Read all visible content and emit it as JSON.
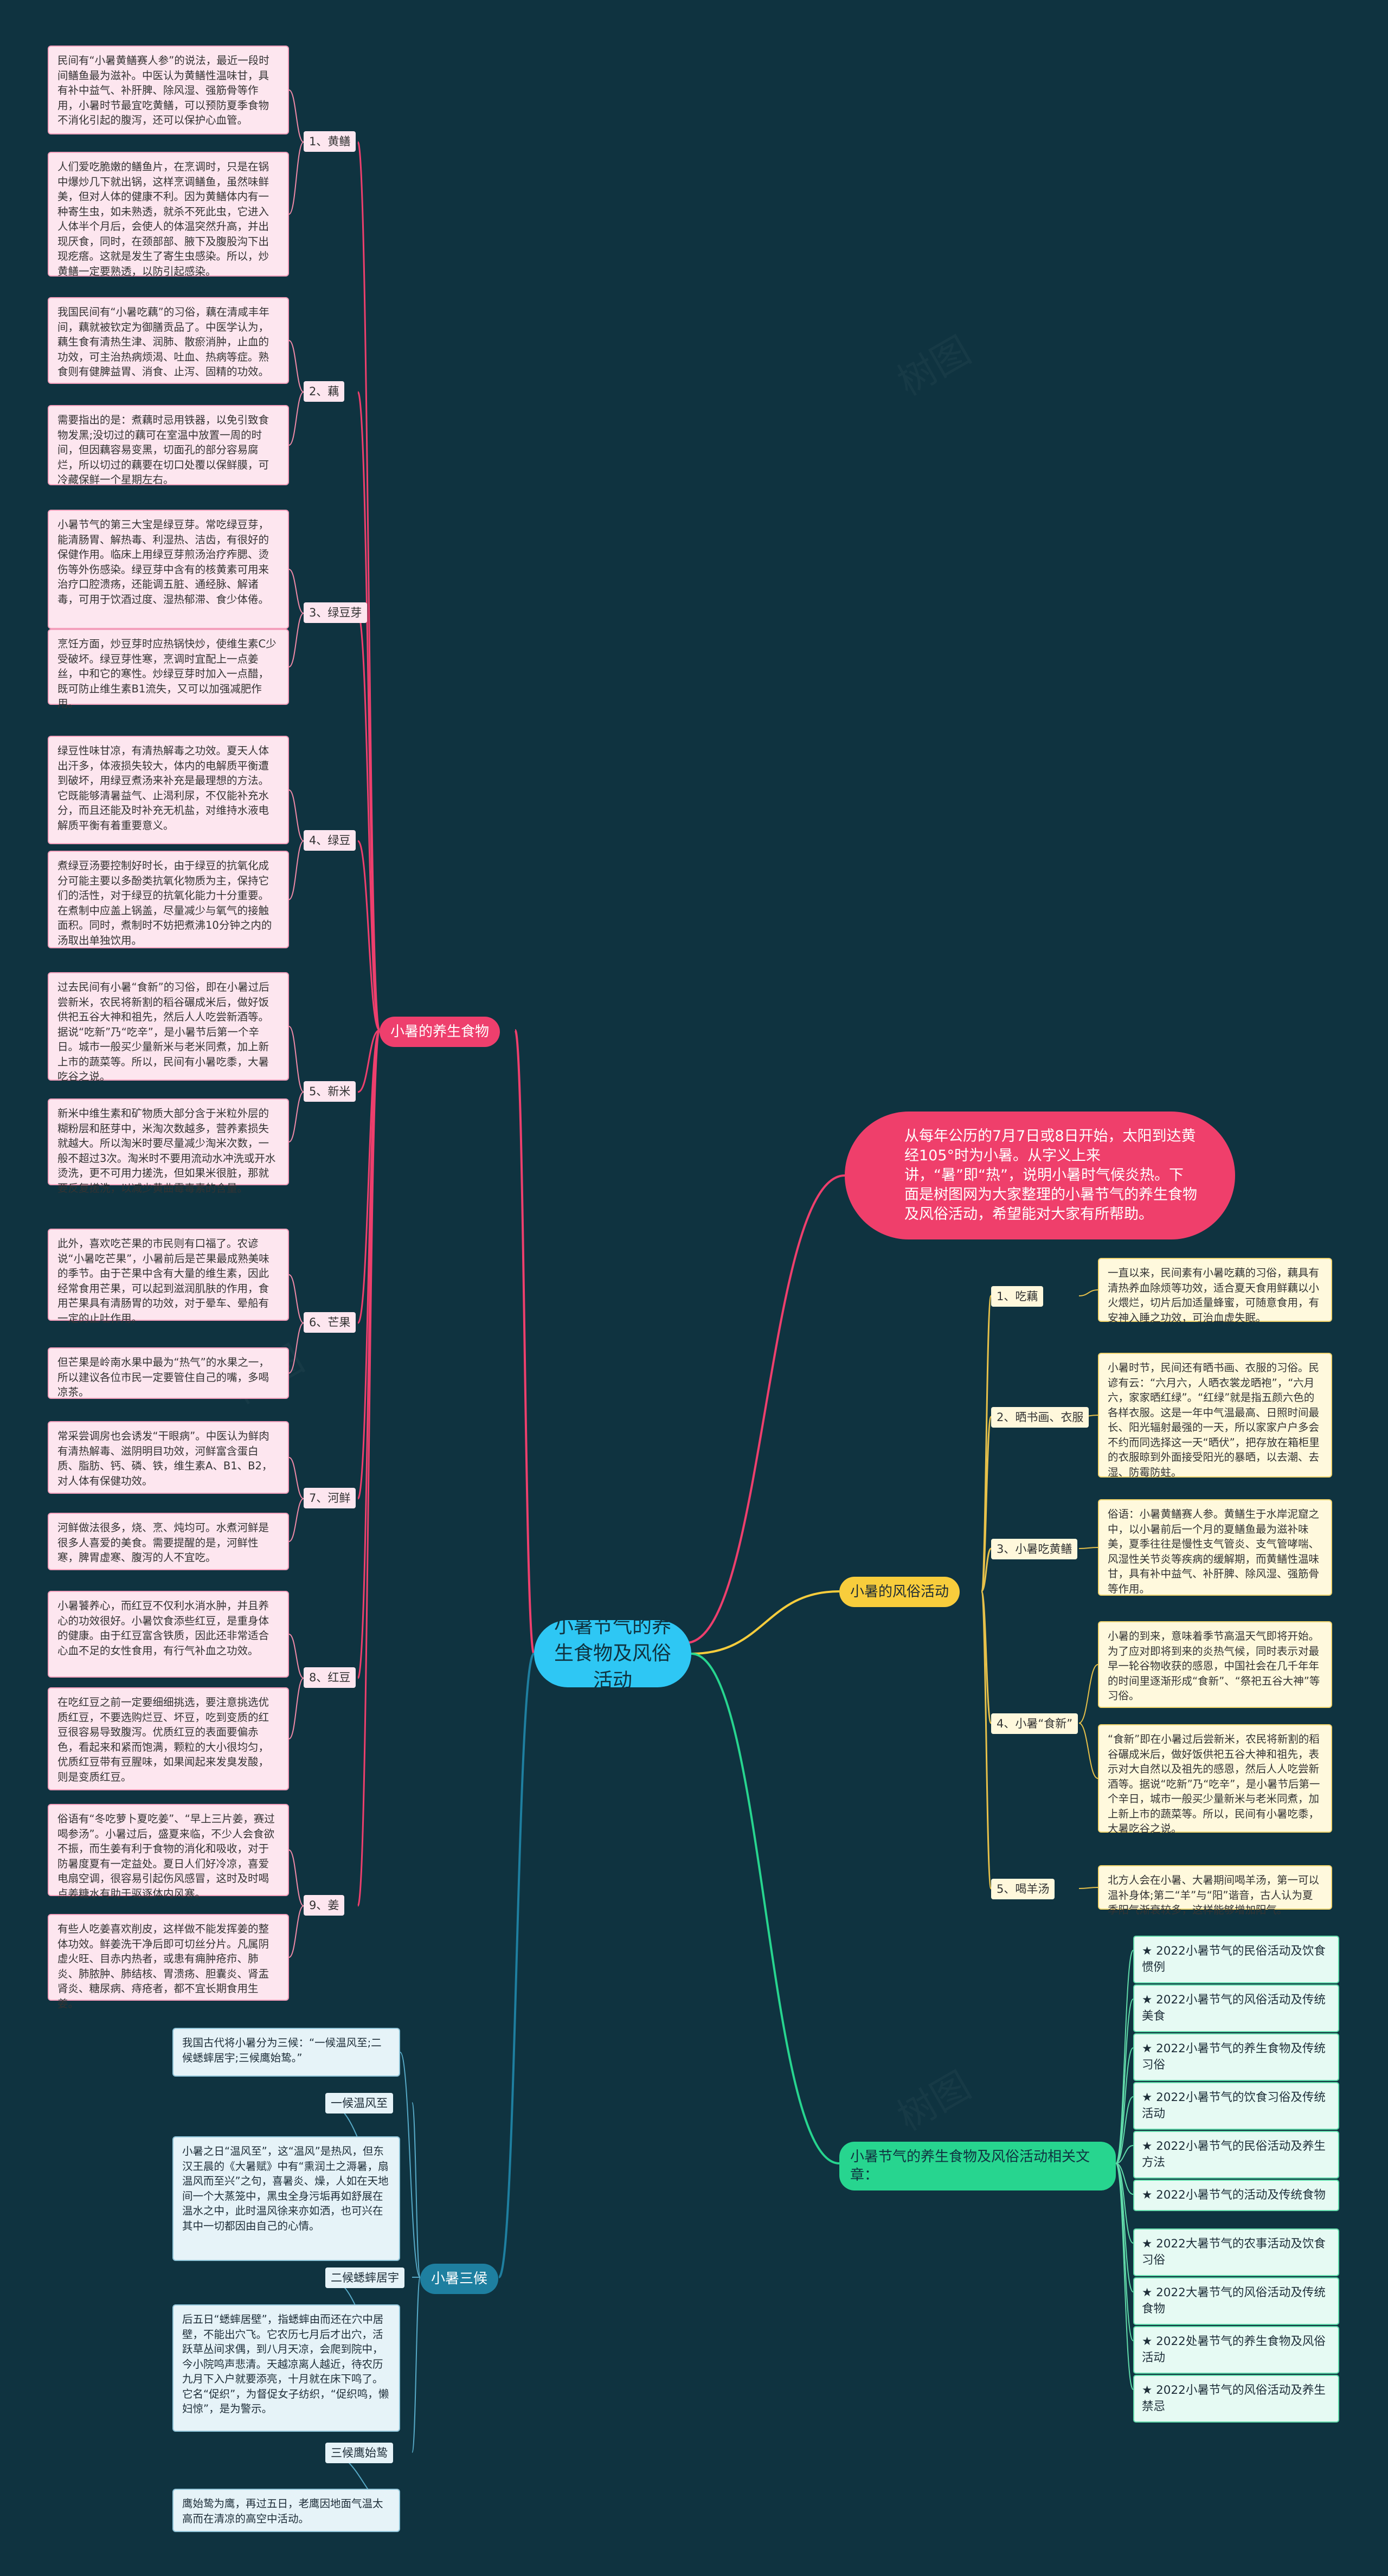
{
  "root": {
    "label": "小暑节气的养生食物及风俗活动"
  },
  "intro": {
    "text": "从每年公历的7月7日或8日开始，太阳到达黄经105°时为小暑。从字义上来讲，“暑”即“热”，说明小暑时气候炎热。下面是树图网为大家整理的小暑节气的养生食物及风俗活动，希望能对大家有所帮助。"
  },
  "food": {
    "label": "小暑的养生食物",
    "items": [
      {
        "label": "1、黄鳝",
        "leaves": [
          "民间有“小暑黄鳝赛人参”的说法，最近一段时间鳝鱼最为滋补。中医认为黄鳝性温味甘，具有补中益气、补肝脾、除风湿、强筋骨等作用，小暑时节最宜吃黄鳝，可以预防夏季食物不消化引起的腹泻，还可以保护心血管。",
          "人们爱吃脆嫩的鳝鱼片，在烹调时，只是在锅中爆炒几下就出锅，这样烹调鳝鱼，虽然味鲜美，但对人体的健康不利。因为黄鳝体内有一种寄生虫，如未熟透，就杀不死此虫，它进入人体半个月后，会使人的体温突然升高，并出现厌食，同时，在颈部部、腋下及腹股沟下出现疙瘩。这就是发生了寄生虫感染。所以，炒黄鳝一定要熟透，以防引起感染。"
        ]
      },
      {
        "label": "2、藕",
        "leaves": [
          "我国民间有“小暑吃藕”的习俗，藕在清咸丰年间，藕就被钦定为御膳贡品了。中医学认为，藕生食有清热生津、润肺、散瘀消肿，止血的功效，可主治热病烦渴、吐血、热病等症。熟食则有健脾益胃、消食、止泻、固精的功效。",
          "需要指出的是：煮藕时忌用铁器，以免引致食物发黑;没切过的藕可在室温中放置一周的时间，但因藕容易变黑，切面孔的部分容易腐烂，所以切过的藕要在切口处覆以保鲜膜，可冷藏保鲜一个星期左右。"
        ]
      },
      {
        "label": "3、绿豆芽",
        "leaves": [
          "小暑节气的第三大宝是绿豆芽。常吃绿豆芽，能清肠胃、解热毒、利湿热、洁齿，有很好的保健作用。临床上用绿豆芽煎汤治疗痄腮、烫伤等外伤感染。绿豆芽中含有的核黄素可用来治疗口腔溃疡，还能调五脏、通经脉、解诸毒，可用于饮酒过度、湿热郁滞、食少体倦。",
          "烹饪方面，炒豆芽时应热锅快炒，使维生素C少受破坏。绿豆芽性寒，烹调时宜配上一点姜丝，中和它的寒性。炒绿豆芽时加入一点醋，既可防止维生素B1流失，又可以加强减肥作用。"
        ]
      },
      {
        "label": "4、绿豆",
        "leaves": [
          "绿豆性味甘凉，有清热解毒之功效。夏天人体出汗多，体液损失较大，体内的电解质平衡遭到破坏，用绿豆煮汤来补充是最理想的方法。它既能够清暑益气、止渴利尿，不仅能补充水分，而且还能及时补充无机盐，对维持水液电解质平衡有着重要意义。",
          "煮绿豆汤要控制好时长，由于绿豆的抗氧化成分可能主要以多酚类抗氧化物质为主，保持它们的活性，对于绿豆的抗氧化能力十分重要。在煮制中应盖上锅盖，尽量减少与氧气的接触面积。同时，煮制时不妨把煮沸10分钟之内的汤取出单独饮用。"
        ]
      },
      {
        "label": "5、新米",
        "leaves": [
          "过去民间有小暑“食新”的习俗，即在小暑过后尝新米，农民将新割的稻谷碾成米后，做好饭供祀五谷大神和祖先，然后人人吃尝新酒等。据说“吃新”乃“吃辛”，是小暑节后第一个辛日。城市一般买少量新米与老米同煮，加上新上市的蔬菜等。所以，民间有小暑吃黍，大暑吃谷之说。",
          "新米中维生素和矿物质大部分含于米粒外层的糊粉层和胚芽中，米淘次数越多，营养素损失就越大。所以淘米时要尽量减少淘米次数，一般不超过3次。淘米时不要用流动水冲洗或开水烫洗，更不可用力搓洗，但如果米很脏，那就要反复搓洗，以减少黄曲霉毒素的含量。"
        ]
      },
      {
        "label": "6、芒果",
        "leaves": [
          "此外，喜欢吃芒果的市民则有口福了。农谚说“小暑吃芒果”，小暑前后是芒果最成熟美味的季节。由于芒果中含有大量的维生素，因此经常食用芒果，可以起到滋润肌肤的作用，食用芒果具有清肠胃的功效，对于晕车、晕船有一定的止吐作用。",
          "但芒果是岭南水果中最为“热气”的水果之一，所以建议各位市民一定要管住自己的嘴，多喝凉茶。"
        ]
      },
      {
        "label": "7、河鲜",
        "leaves": [
          "常采尝调房也会诱发“干眼病”。中医认为鲜肉有清热解毒、滋阴明目功效，河鲜富含蛋白质、脂肪、钙、磷、铁，维生素A、B1、B2，对人体有保健功效。",
          "河鲜做法很多，烧、烹、炖均可。水煮河鲜是很多人喜爱的美食。需要提醒的是，河鲜性寒，脾胃虚寒、腹泻的人不宜吃。"
        ]
      },
      {
        "label": "8、红豆",
        "leaves": [
          "小暑饕养心，而红豆不仅利水消水肿，并且养心的功效很好。小暑饮食添些红豆，是重身体的健康。由于红豆富含铁质，因此还非常适合心血不足的女性食用，有行气补血之功效。",
          "在吃红豆之前一定要细细挑选，要注意挑选优质红豆，不要选购烂豆、坏豆，吃到变质的红豆很容易导致腹泻。优质红豆的表面要偏赤色，看起来和紧而饱满，颗粒的大小很均匀，优质红豆带有豆腥味，如果闻起来发臭发酸，则是变质红豆。"
        ]
      },
      {
        "label": "9、姜",
        "leaves": [
          "俗语有“冬吃萝卜夏吃姜”、“早上三片姜，赛过喝参汤”。小暑过后，盛夏来临，不少人会食欲不振，而生姜有利于食物的消化和吸收，对于防暑度夏有一定益处。夏日人们好冷凉，喜爱电扇空调，很容易引起伤风感冒，这时及时喝点姜糖水有助于驱逐体内风寒。",
          "有些人吃姜喜欢削皮，这样做不能发挥姜的整体功效。鲜姜洗干净后即可切丝分片。凡属阴虚火旺、目赤内热者，或患有痈肿疮疖、肺炎、肺脓肿、肺结核、胃溃疡、胆囊炎、肾盂肾炎、糖尿病、痔疮者，都不宜长期食用生姜。"
        ]
      }
    ]
  },
  "customs": {
    "label": "小暑的风俗活动",
    "items": [
      {
        "label": "1、吃藕",
        "leaves": [
          "一直以来，民间素有小暑吃藕的习俗，藕具有清热养血除烦等功效，适合夏天食用鲜藕以小火煨烂，切片后加适量蜂蜜，可随意食用，有安神入睡之功效，可治血虚失眠。"
        ]
      },
      {
        "label": "2、晒书画、衣服",
        "leaves": [
          "小暑时节，民间还有晒书画、衣服的习俗。民谚有云：“六月六，人晒衣裳龙晒袍”，“六月六，家家晒红绿”。“红绿”就是指五颜六色的各样衣服。这是一年中气温最高、日照时间最长、阳光辐射最强的一天，所以家家户户多会不约而同选择这一天“晒伏”，把存放在箱柜里的衣服晾到外面接受阳光的暴晒，以去潮、去湿、防霉防蛀。"
        ]
      },
      {
        "label": "3、小暑吃黄鳝",
        "leaves": [
          "俗语：小暑黄鳝赛人参。黄鳝生于水岸泥窟之中，以小暑前后一个月的夏鳝鱼最为滋补味美，夏季往往是慢性支气管炎、支气管哮喘、风湿性关节炎等疾病的缓解期，而黄鳝性温味甘，具有补中益气、补肝脾、除风湿、强筋骨等作用。"
        ]
      },
      {
        "label": "4、小暑“食新”",
        "leaves": [
          "小暑的到来，意味着季节高温天气即将开始。为了应对即将到来的炎热气候，同时表示对最早一轮谷物收获的感恩，中国社会在几千年年的时间里逐渐形成“食新”、“祭祀五谷大神”等习俗。",
          "“食新”即在小暑过后尝新米，农民将新割的稻谷碾成米后，做好饭供祀五谷大神和祖先，表示对大自然以及祖先的感恩，然后人人吃尝新酒等。据说“吃新”乃“吃辛”，是小暑节后第一个辛日，城市一般买少量新米与老米同煮，加上新上市的蔬菜等。所以，民间有小暑吃黍，大暑吃谷之说。"
        ]
      },
      {
        "label": "5、喝羊汤",
        "leaves": [
          "北方人会在小暑、大暑期间喝羊汤，第一可以温补身体;第二“羊”与“阳”谐音，古人认为夏季阳气渐衰较多，这样能够增加阳气。"
        ]
      }
    ]
  },
  "articles": {
    "label": "小暑节气的养生食物及风俗活动相关文章：",
    "items": [
      "★ 2022小暑节气的民俗活动及饮食惯例",
      "★ 2022小暑节气的风俗活动及传统美食",
      "★ 2022小暑节气的养生食物及传统习俗",
      "★ 2022小暑节气的饮食习俗及传统活动",
      "★ 2022小暑节气的民俗活动及养生方法",
      "★ 2022小暑节气的活动及传统食物",
      "★ 2022大暑节气的农事活动及饮食习俗",
      "★ 2022大暑节气的风俗活动及传统食物",
      "★ 2022处暑节气的养生食物及风俗活动",
      "★ 2022小暑节气的风俗活动及养生禁忌"
    ]
  },
  "hou": {
    "label": "小暑三候",
    "intro": "我国古代将小暑分为三候：“一候温风至;二候蟋蟀居宇;三候鹰始鸷。”",
    "items": [
      {
        "label": "一候温风至",
        "leaf": "小暑之日“温风至”，这“温风”是热风，但东汉王晨的《大暑赋》中有“熏润土之溽暑，扇温风而至兴”之句，喜暑炎、燥，人如在天地间一个大蒸笼中，黑虫全身污垢再如舒展在温水之中，此时温风徐来亦如洒，也可兴在其中一切都因由自己的心情。"
      },
      {
        "label": "二候蟋蟀居宇",
        "leaf": "后五日“蟋蟀居壁”，指蟋蟀由而还在穴中居壁，不能出穴飞。它农历七月后才出穴，活跃草丛间求偶，到八月天凉，会爬到院中，今小院鸣声悲清。天越凉离人越近，待农历九月下入户就要添亮，十月就在床下鸣了。它名“促织”，为督促女子纺织，“促织鸣，懒妇惊”，是为警示。"
      },
      {
        "label": "三候鹰始鸷",
        "leaf": "鹰始鸷为鹰，再过五日，老鹰因地面气温太高而在清凉的高空中活动。"
      }
    ]
  }
}
